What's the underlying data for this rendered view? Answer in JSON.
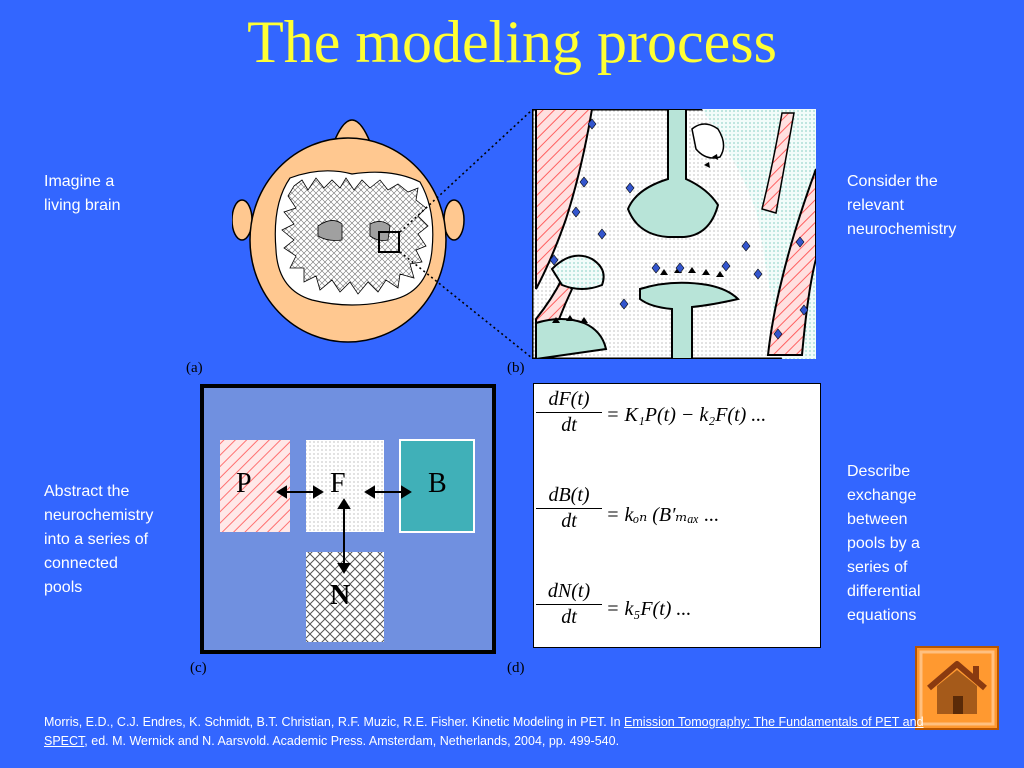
{
  "title": "The modeling process",
  "labels": {
    "imagine": "Imagine a\nliving brain",
    "consider": "Consider the\nrelevant\nneurochemistry",
    "abstract": "Abstract the\nneurochemistry\ninto a series of\nconnected\npools",
    "describe": "Describe\nexchange\nbetween\npools by a\nseries of\ndifferential\nequations"
  },
  "panels": {
    "a": "(a)",
    "b": "(b)",
    "c": "(c)",
    "d": "(d)"
  },
  "pools": {
    "p": "P",
    "f": "F",
    "b": "B",
    "n": "N"
  },
  "equations": [
    {
      "num": "dF(t)",
      "den": "dt",
      "rhs": "= K₁P(t) − k₂F(t) ..."
    },
    {
      "num": "dB(t)",
      "den": "dt",
      "rhs": "= kₒₙ (B′ₘₐₓ ..."
    },
    {
      "num": "dN(t)",
      "den": "dt",
      "rhs": "= k₅F(t) ..."
    }
  ],
  "reference": {
    "pre": "Morris, E.D., C.J. Endres, K. Schmidt, B.T. Christian, R.F. Muzic, R.E. Fisher.  Kinetic Modeling in PET.  In ",
    "book": "Emission Tomography: The Fundamentals of PET and SPECT",
    "post": ", ed. M. Wernick and N. Aarsvold.  Academic Press. Amsterdam, Netherlands, 2004, pp. 499-540."
  },
  "colors": {
    "background": "#3366ff",
    "title": "#ffff33",
    "bound": "#40b0b8",
    "pool_panel": "#7090e0",
    "head": "#ffc890"
  },
  "icons": {
    "home": "home-icon"
  }
}
